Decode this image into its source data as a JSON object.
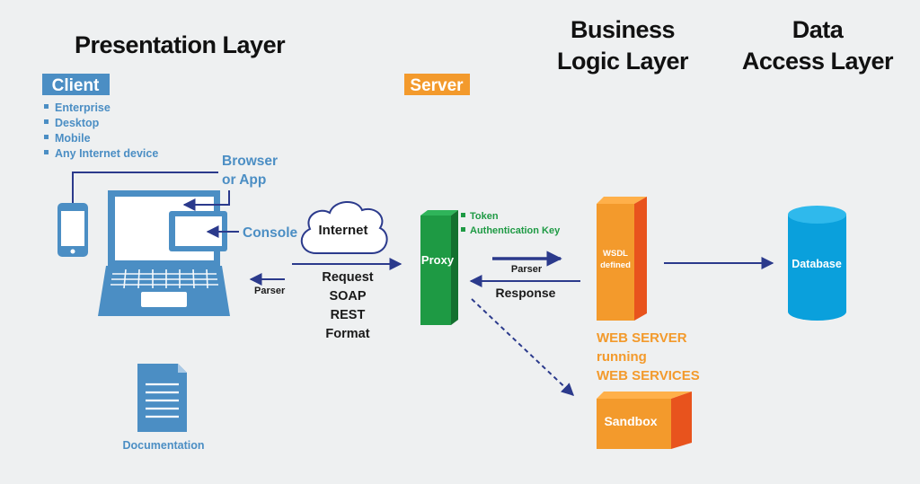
{
  "headings": {
    "presentation": "Presentation Layer",
    "business_line1": "Business",
    "business_line2": "Logic Layer",
    "data_line1": "Data",
    "data_line2": "Access Layer"
  },
  "client": {
    "tag": "Client",
    "bullets": [
      "Enterprise",
      "Desktop",
      "Mobile",
      "Any Internet device"
    ],
    "browser_line1": "Browser",
    "browser_line2": "or App",
    "console": "Console",
    "parser": "Parser",
    "documentation": "Documentation"
  },
  "server": {
    "tag": "Server",
    "internet": "Internet",
    "request_lines": [
      "Request",
      "SOAP",
      "REST",
      "Format"
    ],
    "proxy": "Proxy",
    "proxy_notes": [
      "Token",
      "Authentication Key"
    ],
    "parser": "Parser",
    "response": "Response"
  },
  "business": {
    "wsdl_line1": "WSDL",
    "wsdl_line2": "defined",
    "webserver_lines": [
      "WEB SERVER",
      "running",
      "WEB SERVICES"
    ],
    "sandbox": "Sandbox"
  },
  "data_layer": {
    "database": "Database"
  },
  "colors": {
    "client_blue": "#4b8ec4",
    "server_orange": "#f39a2c",
    "proxy_green": "#1e9a44",
    "db_blue": "#0aa0dc",
    "arrow_navy": "#2b3a8c"
  }
}
